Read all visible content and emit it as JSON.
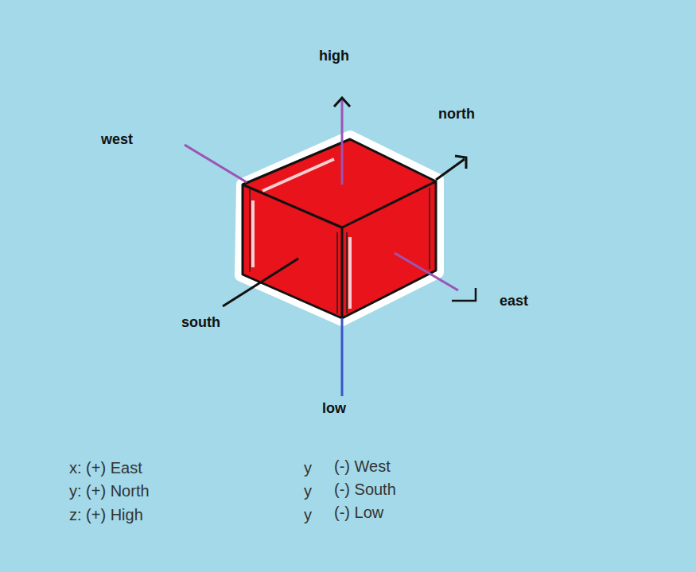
{
  "diagram": {
    "labels": [
      "high",
      "north",
      "west",
      "east",
      "south",
      "low",
      "x: (+) East",
      "y: (+) North",
      "z: (+) High",
      "y",
      "(-) West",
      "y",
      "(-) South",
      "y",
      "(-) Low"
    ]
  }
}
